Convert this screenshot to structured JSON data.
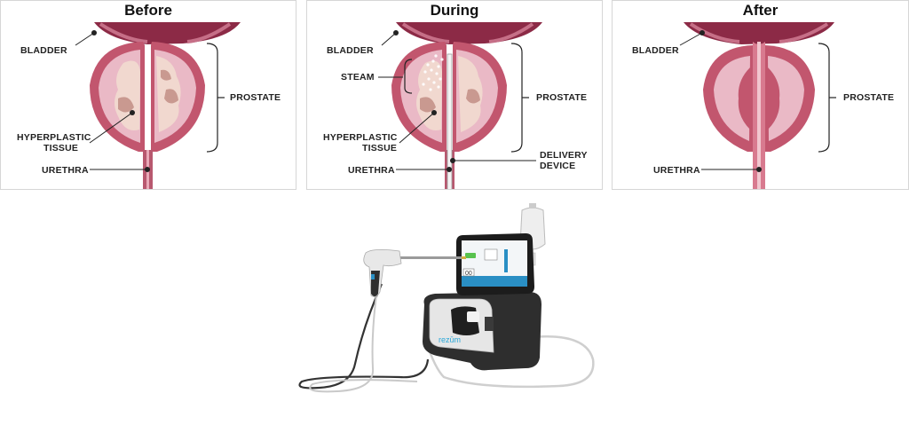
{
  "panels": [
    {
      "title": "Before",
      "labels": {
        "bladder": "BLADDER",
        "prostate": "PROSTATE",
        "hyper1": "HYPERPLASTIC",
        "hyper2": "TISSUE",
        "urethra": "URETHRA"
      }
    },
    {
      "title": "During",
      "labels": {
        "bladder": "BLADDER",
        "steam": "STEAM",
        "prostate": "PROSTATE",
        "hyper1": "HYPERPLASTIC",
        "hyper2": "TISSUE",
        "urethra": "URETHRA",
        "delivery1": "DELIVERY",
        "delivery2": "DEVICE"
      }
    },
    {
      "title": "After",
      "labels": {
        "bladder": "BLADDER",
        "prostate": "PROSTATE",
        "urethra": "URETHRA"
      }
    }
  ],
  "device": {
    "brand": "rezūm",
    "screen_value": "00"
  },
  "colors": {
    "bladder": "#8c2a46",
    "prostate_outer": "#c2566e",
    "prostate_inner": "#eab9c6",
    "tissue": "#d8a9a0",
    "tissue_light": "#f1d8cf",
    "urethra": "#b8586f",
    "line": "#222222"
  }
}
